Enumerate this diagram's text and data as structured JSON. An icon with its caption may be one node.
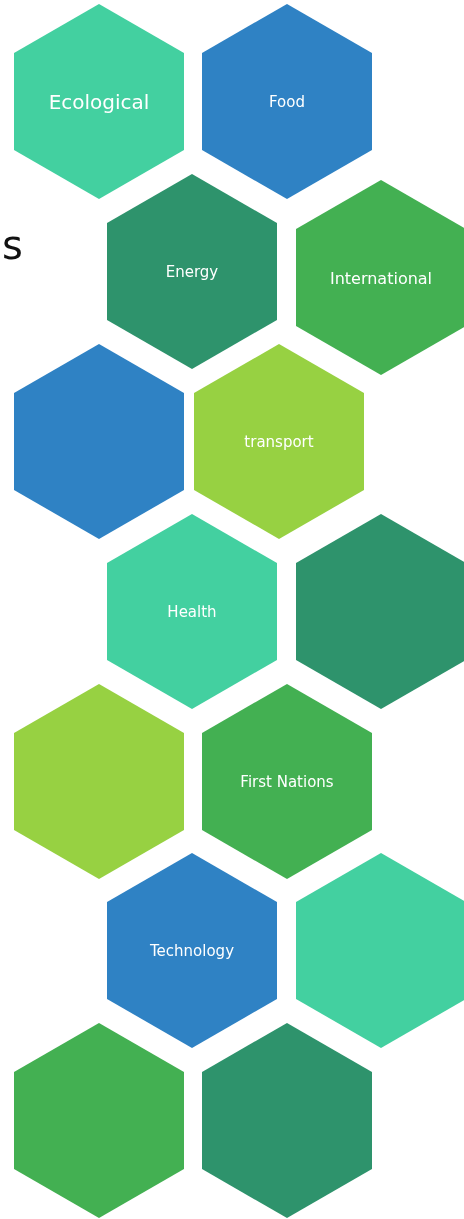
{
  "diagram": {
    "nodes": [
      {
        "text": [
          "Ecological"
        ]
      },
      {
        "text": [
          "Food"
        ]
      },
      {
        "text": [
          "Energy"
        ]
      },
      {
        "text": [
          "International"
        ]
      },
      {
        "text": [],
        "shape": "hexagon"
      },
      {
        "text": [
          "transport"
        ]
      },
      {
        "text": [
          "Health"
        ]
      },
      {
        "text": [],
        "shape": "hexagon"
      },
      {
        "text": [],
        "shape": "hexagon"
      },
      {
        "text": [
          "First Nations"
        ]
      },
      {
        "text": [
          "Technology"
        ]
      },
      {
        "text": [],
        "shape": "hexagon"
      },
      {
        "text": [],
        "shape": "hexagon"
      },
      {
        "text": [],
        "shape": "hexagon"
      }
    ],
    "labels": [
      "s"
    ]
  }
}
